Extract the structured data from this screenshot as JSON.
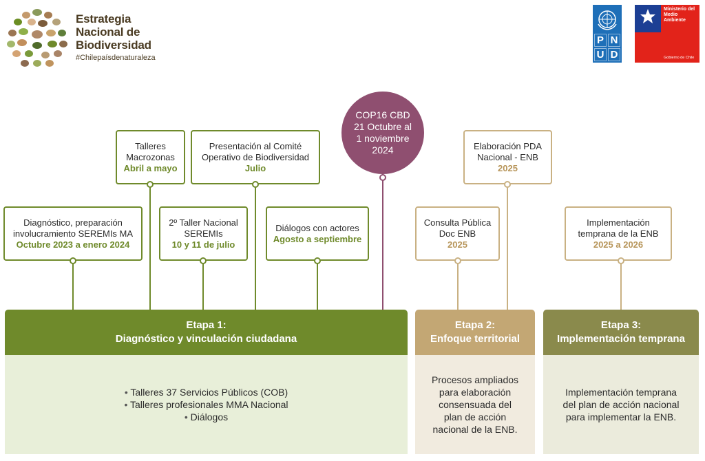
{
  "header": {
    "title_lines": [
      "Estrategia",
      "Nacional de",
      "Biodiversidad"
    ],
    "hashtag": "#Chilepaísdenaturaleza",
    "pnud_letters": [
      "P",
      "N",
      "U",
      "D"
    ],
    "mma_lines": [
      "Ministerio del",
      "Medio",
      "Ambiente"
    ],
    "mma_gob": "Gobierno de Chile"
  },
  "colors": {
    "green": "#6f8a2b",
    "tan": "#c9b183",
    "olive": "#8a8a4c",
    "purple": "#8f4f70"
  },
  "milestones": {
    "diagnostico": {
      "lines": [
        "Diagnóstico, preparación",
        "involucramiento SEREMIs MA"
      ],
      "date": "Octubre 2023 a enero 2024"
    },
    "talleres_macro": {
      "lines": [
        "Talleres",
        "Macrozonas"
      ],
      "date": "Abril a mayo"
    },
    "segundo_taller": {
      "lines": [
        "2º Taller Nacional",
        "SEREMIs"
      ],
      "date": "10 y 11 de julio"
    },
    "presentacion": {
      "lines": [
        "Presentación al Comité",
        "Operativo de Biodiversidad"
      ],
      "date": "Julio"
    },
    "dialogos": {
      "lines": [
        "Diálogos con actores"
      ],
      "date": "Agosto a septiembre"
    },
    "cop16": {
      "lines": [
        "COP16 CBD",
        "21 Octubre al",
        "1 noviembre",
        "2024"
      ]
    },
    "consulta": {
      "lines": [
        "Consulta Pública",
        "Doc ENB"
      ],
      "date": "2025"
    },
    "elaboracion": {
      "lines": [
        "Elaboración PDA",
        "Nacional - ENB"
      ],
      "date": "2025"
    },
    "implementacion": {
      "lines": [
        "Implementación",
        "temprana de la ENB"
      ],
      "date": "2025 a 2026"
    }
  },
  "stages": [
    {
      "title": "Etapa 1:",
      "subtitle": "Diagnóstico y vinculación ciudadana",
      "items": [
        "Talleres 37 Servicios Públicos (COB)",
        "Talleres profesionales MMA Nacional",
        "Diálogos"
      ]
    },
    {
      "title": "Etapa 2:",
      "subtitle": "Enfoque territorial",
      "text_lines": [
        "Procesos ampliados",
        "para elaboración",
        "consensuada del",
        "plan de acción",
        "nacional de la ENB."
      ]
    },
    {
      "title": "Etapa 3:",
      "subtitle": "Implementación temprana",
      "text_lines": [
        "Implementación temprana",
        "del plan de acción nacional",
        "para implementar la ENB."
      ]
    }
  ]
}
